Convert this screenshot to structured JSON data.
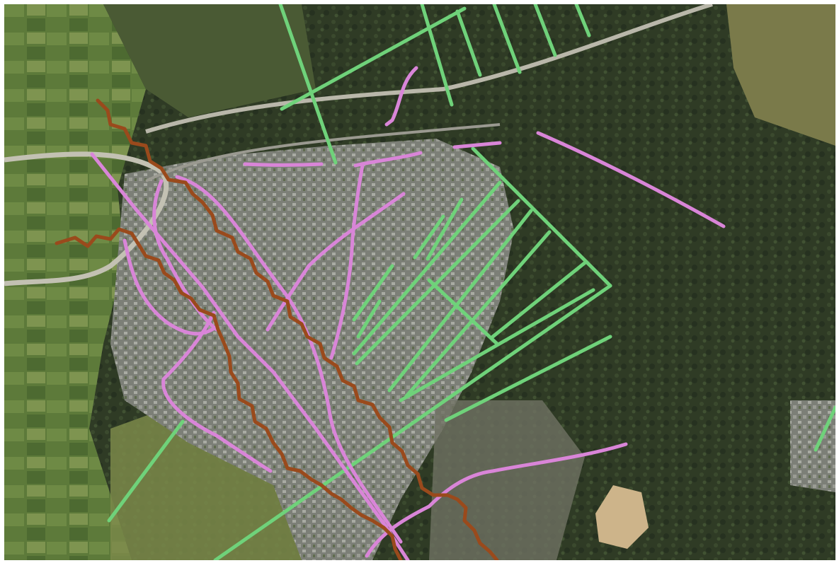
{
  "map": {
    "type": "aerial-photo",
    "colors": {
      "forest": "#2f3b24",
      "forest_light": "#3d4a2e",
      "farmland": "#5f7a3c",
      "urban": "#8b8d86",
      "highway": "#b7b5a8",
      "sand": "#cdb48a"
    }
  },
  "overlays": [
    {
      "name": "green-lines",
      "color": "#6fd27a"
    },
    {
      "name": "pink-lines",
      "color": "#d985d8"
    },
    {
      "name": "brown-lines",
      "color": "#9a4a1c"
    }
  ]
}
